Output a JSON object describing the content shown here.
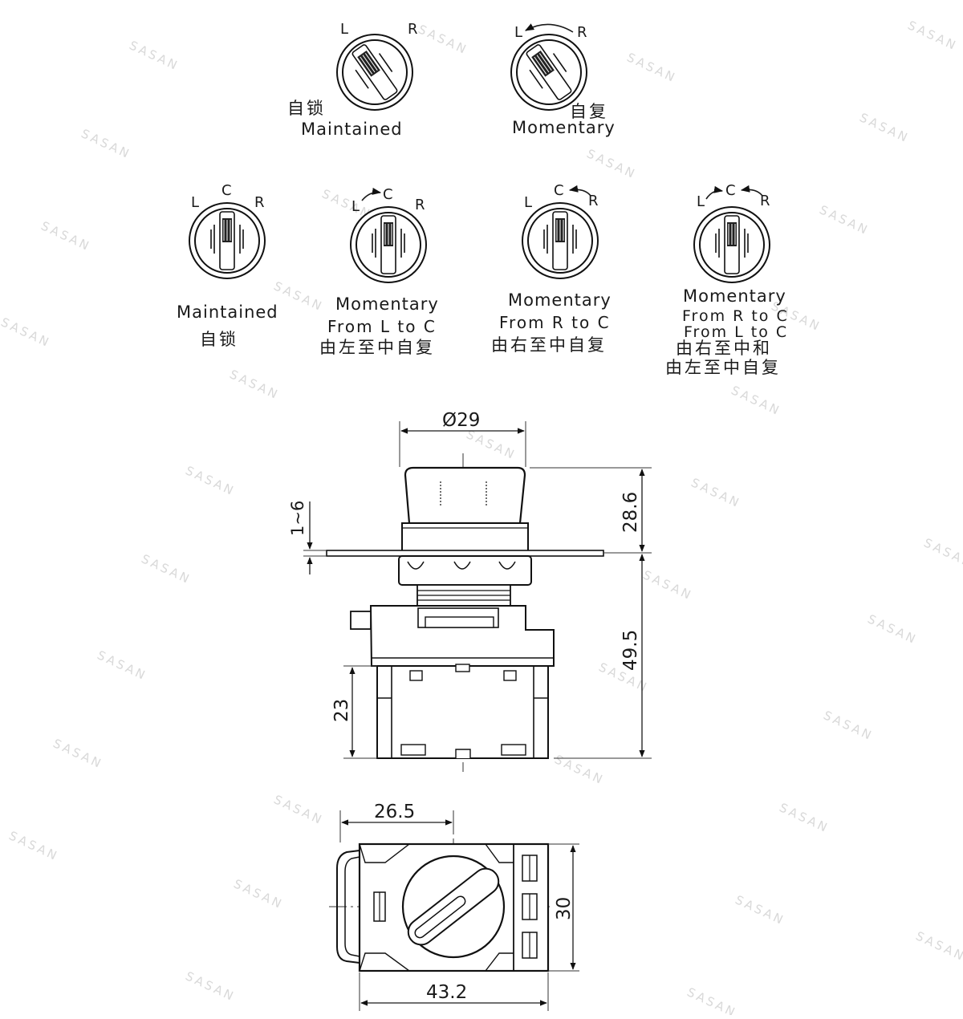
{
  "watermark": "SASAN",
  "two_position": [
    {
      "id": "maintained",
      "left_label": "L",
      "right_label": "R",
      "chinese": "自锁",
      "english": "Maintained"
    },
    {
      "id": "momentary",
      "left_label": "L",
      "right_label": "R",
      "chinese": "自复",
      "english": "Momentary"
    }
  ],
  "three_position": [
    {
      "id": "maintained-3",
      "left_label": "L",
      "center_label": "C",
      "right_label": "R",
      "english": "Maintained",
      "chinese": "自锁"
    },
    {
      "id": "momentary-l-to-c",
      "left_label": "L",
      "center_label": "C",
      "right_label": "R",
      "english": "Momentary",
      "english2": "From L to C",
      "chinese": "由左至中自复"
    },
    {
      "id": "momentary-r-to-c",
      "left_label": "L",
      "center_label": "C",
      "right_label": "R",
      "english": "Momentary",
      "english2": "From R to C",
      "chinese": "由右至中自复"
    },
    {
      "id": "momentary-both",
      "left_label": "L",
      "center_label": "C",
      "right_label": "R",
      "english": "Momentary",
      "english2": "From R to C",
      "english3": "From L to C",
      "chinese": "由右至中和",
      "chinese2": "由左至中自复"
    }
  ],
  "dimensions": {
    "diameter": "Ø29",
    "panel_thickness": "1~6",
    "head_height": "28.6",
    "body_height": "49.5",
    "block_height": "23",
    "top_offset": "26.5",
    "width": "43.2",
    "depth": "30"
  }
}
